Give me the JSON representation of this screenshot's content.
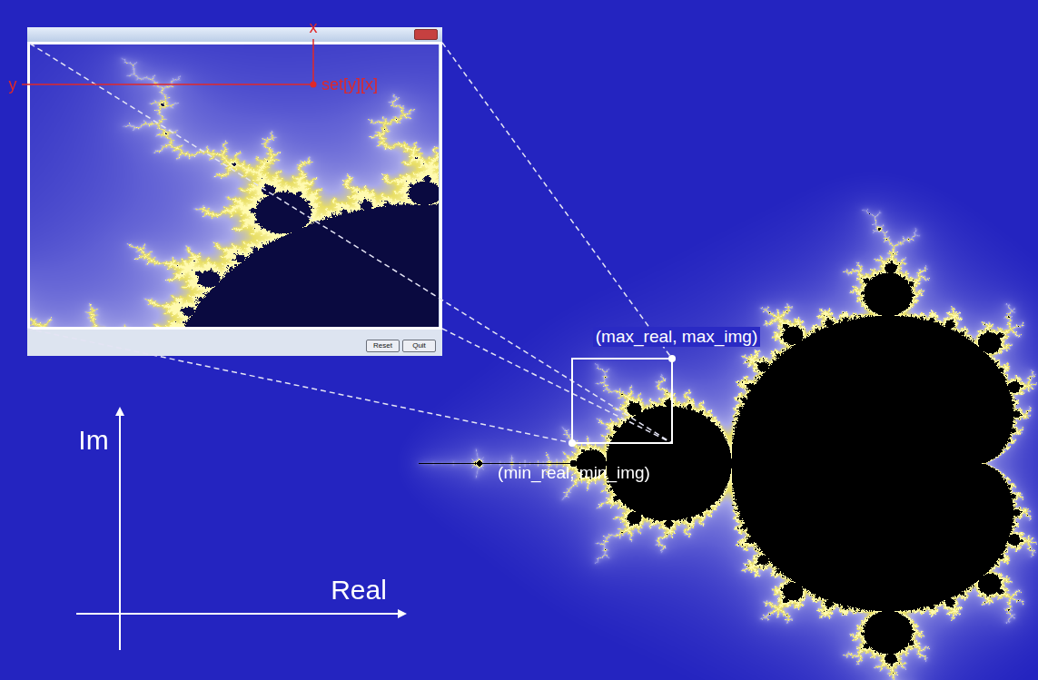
{
  "diagram": {
    "nodes": [
      {
        "text": [
          "Reset"
        ]
      },
      {
        "text": [
          "Quit"
        ]
      }
    ],
    "labels": [
      "x",
      "y",
      "set[y][x]",
      "(max_real, max_img)",
      "(min_real, min_img)",
      "Im",
      "Real"
    ]
  }
}
